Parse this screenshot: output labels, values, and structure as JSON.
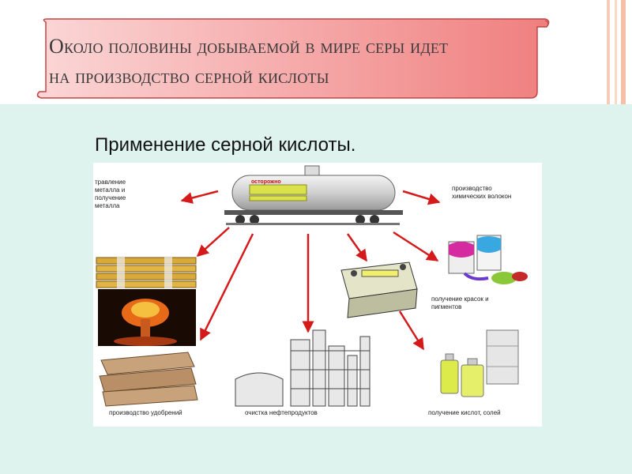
{
  "slide": {
    "title_line1": "Около половины добываемой в мире серы идет",
    "title_line2": "на производство серной кислоты"
  },
  "diagram": {
    "title": "Применение серной кислоты.",
    "tank_label": "осторожно",
    "labels": {
      "metal_line1": "травление",
      "metal_line2": "металла и",
      "metal_line3": "получение",
      "metal_line4": "металла",
      "fibers_line1": "производство",
      "fibers_line2": "химических волокон",
      "paints_line1": "получение красок и",
      "paints_line2": "пигментов",
      "fertilizers": "производство удобрений",
      "oil": "очистка нефтепродуктов",
      "acids": "получение кислот, солей"
    }
  },
  "colors": {
    "banner_fill": "#f5a3a3",
    "banner_edge": "#e86c6c",
    "content_bg": "#dff3ee",
    "arrow": "#d41a1a"
  }
}
